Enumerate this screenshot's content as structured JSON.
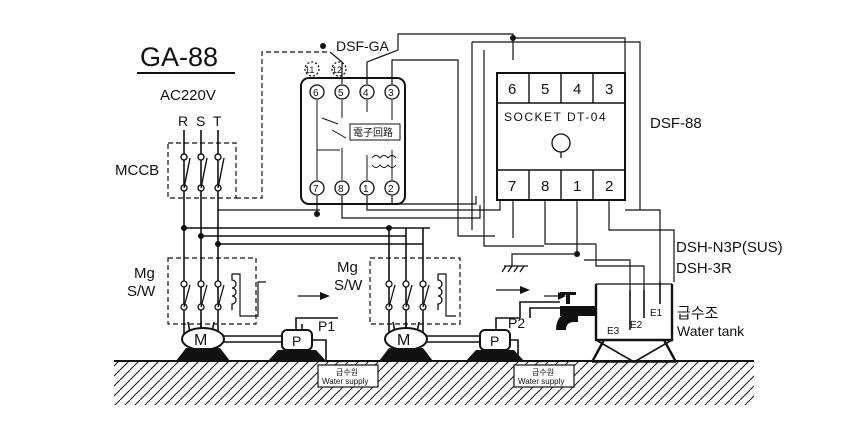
{
  "title": "GA-88",
  "power": "AC220V",
  "phases": [
    "R",
    "S",
    "T"
  ],
  "mccb_label": "MCCB",
  "mg_label_1": "Mg",
  "mg_label_2": "S/W",
  "relay_ga": {
    "name": "DSF-GA",
    "ext_pins": [
      "11",
      "12"
    ],
    "top_pins": [
      "6",
      "5",
      "4",
      "3"
    ],
    "bottom_pins": [
      "7",
      "8",
      "1",
      "2"
    ],
    "circuit_label": "電子回路"
  },
  "relay_88": {
    "name": "DSF-88",
    "top_pins": [
      "6",
      "5",
      "4",
      "3"
    ],
    "bottom_pins": [
      "7",
      "8",
      "1",
      "2"
    ],
    "socket_label": "SOCKET DT-04"
  },
  "electrode": {
    "line1": "DSH-N3P(SUS)",
    "line2": "DSH-3R"
  },
  "tank": {
    "korean": "급수조",
    "english": "Water tank",
    "electrodes": [
      "E1",
      "E2",
      "E3"
    ]
  },
  "motor_label": "M",
  "pumps": [
    "P1",
    "P2"
  ],
  "pump_symbol": "P",
  "supply": {
    "korean": "급수원",
    "english": "Water supply"
  }
}
